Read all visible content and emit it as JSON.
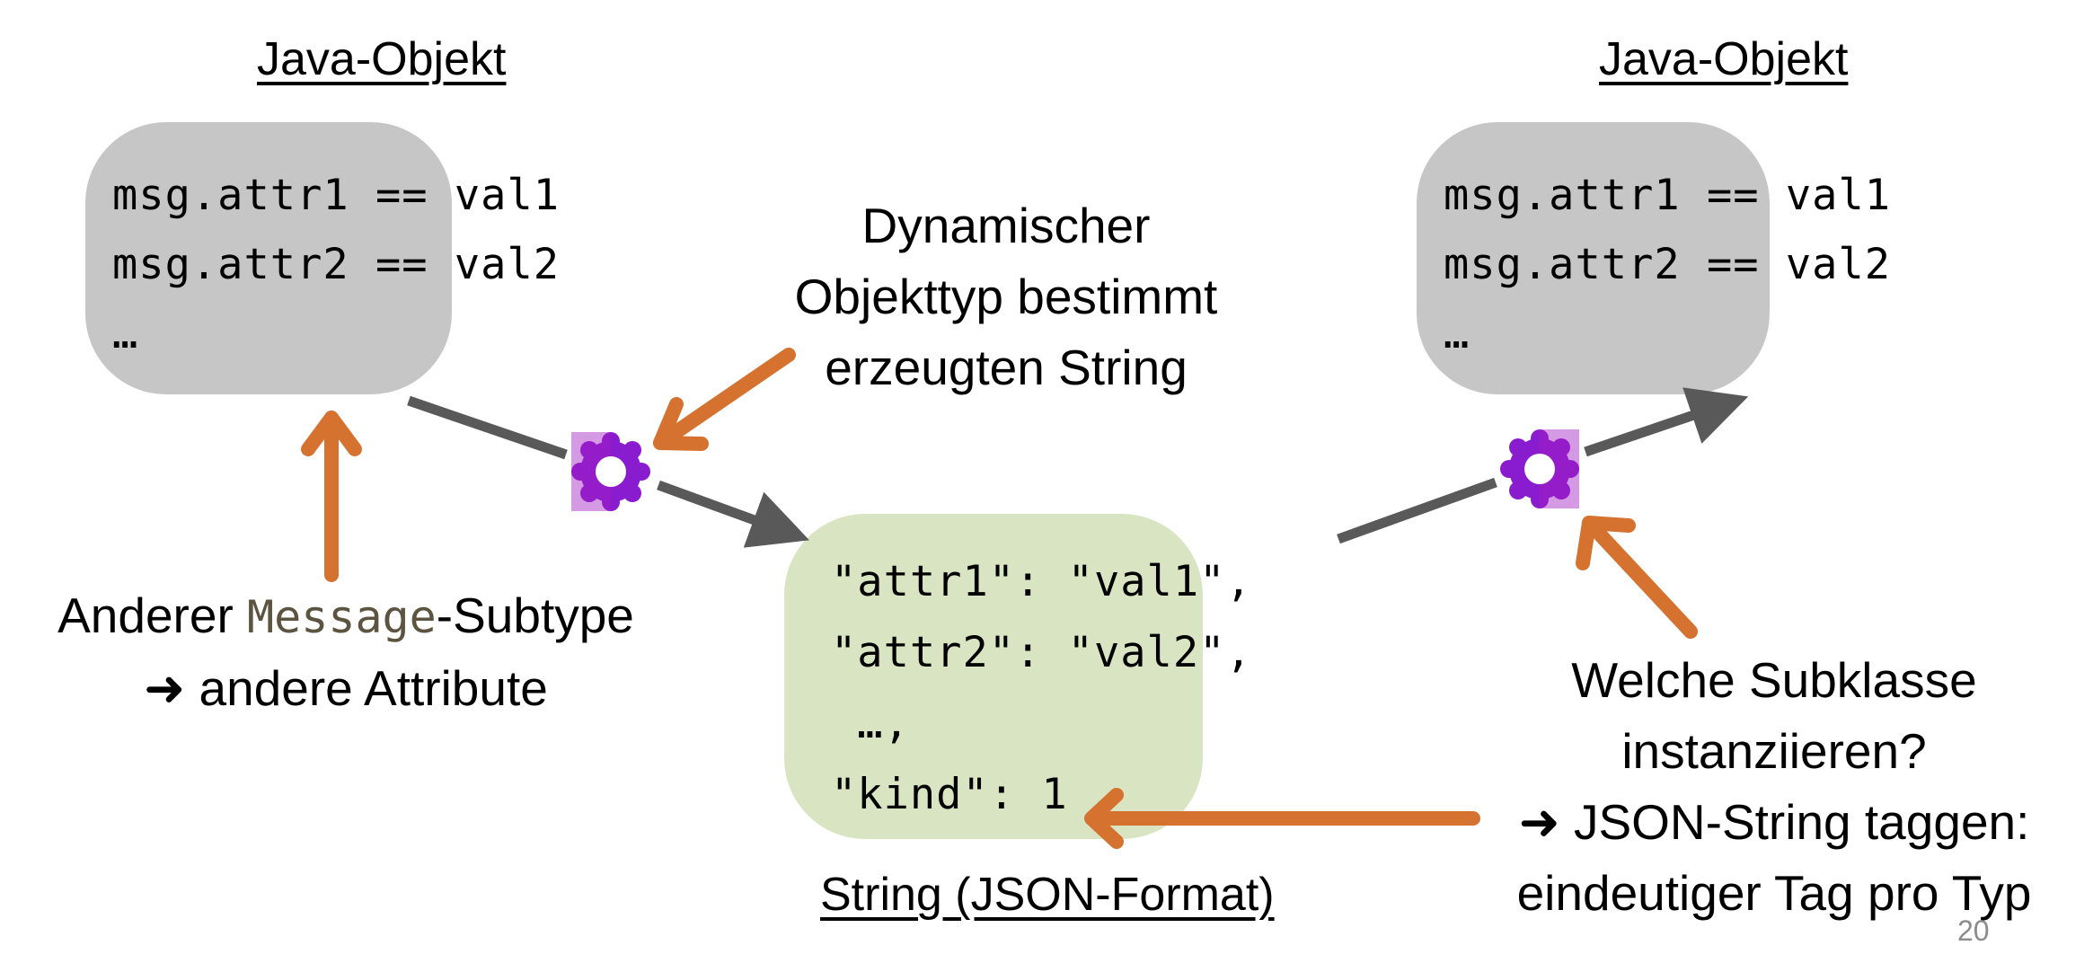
{
  "slide": {
    "page_number": "20",
    "colors": {
      "object_box": "#c6c6c6",
      "string_box": "#d9e5c2",
      "flow_arrow": "#595959",
      "annotation_arrow": "#d5722f",
      "gear": "#8a1ccf",
      "code_accent": "#5c5340"
    }
  },
  "left_object": {
    "heading": "Java-Objekt",
    "lines": [
      "msg.attr1 == val1",
      "msg.attr2 == val2",
      "…"
    ]
  },
  "right_object": {
    "heading": "Java-Objekt",
    "lines": [
      "msg.attr1 == val1",
      "msg.attr2 == val2",
      "…"
    ]
  },
  "json_string": {
    "heading": "String (JSON-Format)",
    "lines": [
      "\"attr1\": \"val1\",",
      "\"attr2\": \"val2\",",
      " …,",
      "\"kind\": 1"
    ]
  },
  "notes": {
    "dynamic_type": [
      "Dynamischer",
      "Objekttyp bestimmt",
      "erzeugten String"
    ],
    "subtype": {
      "prefix": "Anderer ",
      "code": "Message",
      "suffix": "-Subtype",
      "line2": "➜ andere Attribute"
    },
    "subclass": [
      "Welche Subklasse",
      "instanziieren?",
      "➜ JSON-String taggen:",
      "eindeutiger Tag pro Typ"
    ]
  },
  "icons": {
    "serialize_gear": "gear-icon",
    "deserialize_gear": "gear-icon"
  }
}
